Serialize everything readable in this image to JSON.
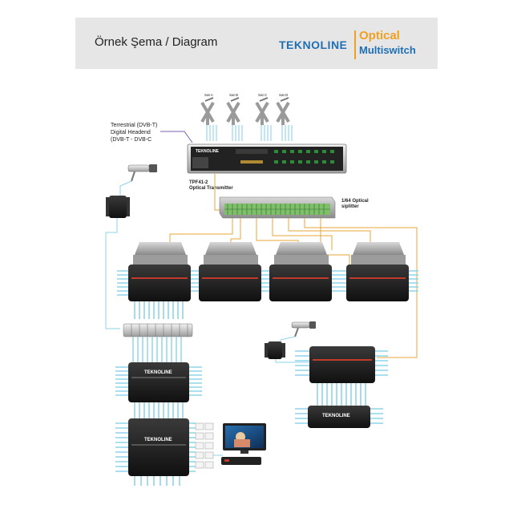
{
  "header": {
    "title": "Örnek Şema / Diagram",
    "logo_brand": "TEKNOLINE",
    "logo_line1": "Optical",
    "logo_line2": "Multiswitch"
  },
  "satellites": [
    "Sat A",
    "Sat B",
    "Sat C",
    "Sat D"
  ],
  "terrestrial": {
    "line1": "Terrestrial (DVB-T)",
    "line2": "Digital Headend",
    "line3": "(DVB-T - DVB-C"
  },
  "transmitter": {
    "brand": "TEKNOLINE",
    "name": "TPF41-2",
    "sub": "Optical Transmitter"
  },
  "splitter": {
    "line1": "1/64 Optical",
    "line2": "siplitter"
  },
  "device_brand": "TEKNOLINE",
  "colors": {
    "header_bg": "#e6e6e6",
    "brand_blue": "#1f6fb3",
    "brand_orange": "#f0a020",
    "fiber": "#e8a63a",
    "coax": "#8fd3ea",
    "device": "#1e1e1e"
  }
}
